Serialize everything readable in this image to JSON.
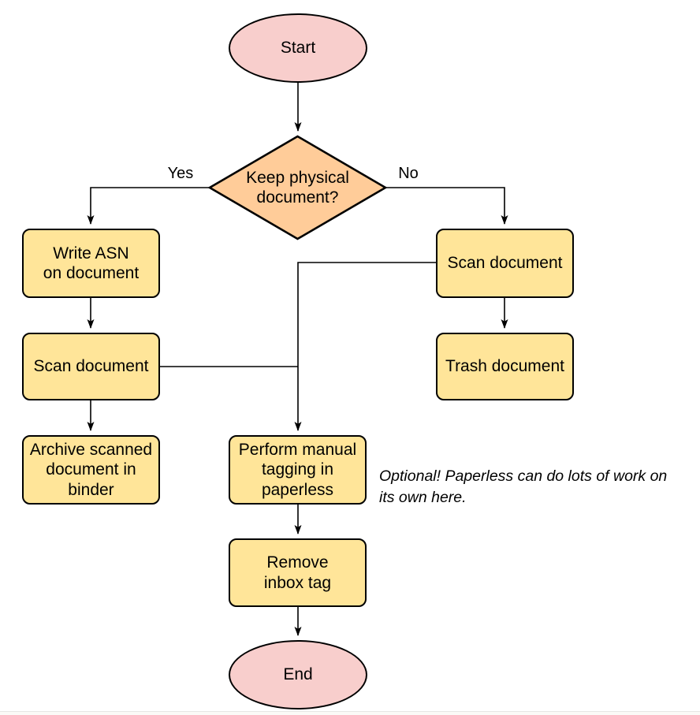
{
  "flowchart": {
    "nodes": {
      "start": "Start",
      "decision": "Keep physical\ndocument?",
      "write_asn": "Write ASN\non document",
      "scan_left": "Scan document",
      "archive": "Archive scanned\ndocument in\nbinder",
      "scan_right": "Scan document",
      "trash": "Trash document",
      "tagging": "Perform manual\ntagging in\npaperless",
      "remove_inbox": "Remove\ninbox tag",
      "end": "End"
    },
    "edge_labels": {
      "yes": "Yes",
      "no": "No"
    },
    "annotation": "Optional! Paperless can do lots of work on\nits own here.",
    "colors": {
      "terminal_fill": "#f8cecc",
      "process_fill": "#ffe599",
      "decision_fill": "#ffcc99",
      "stroke": "#000000"
    }
  }
}
